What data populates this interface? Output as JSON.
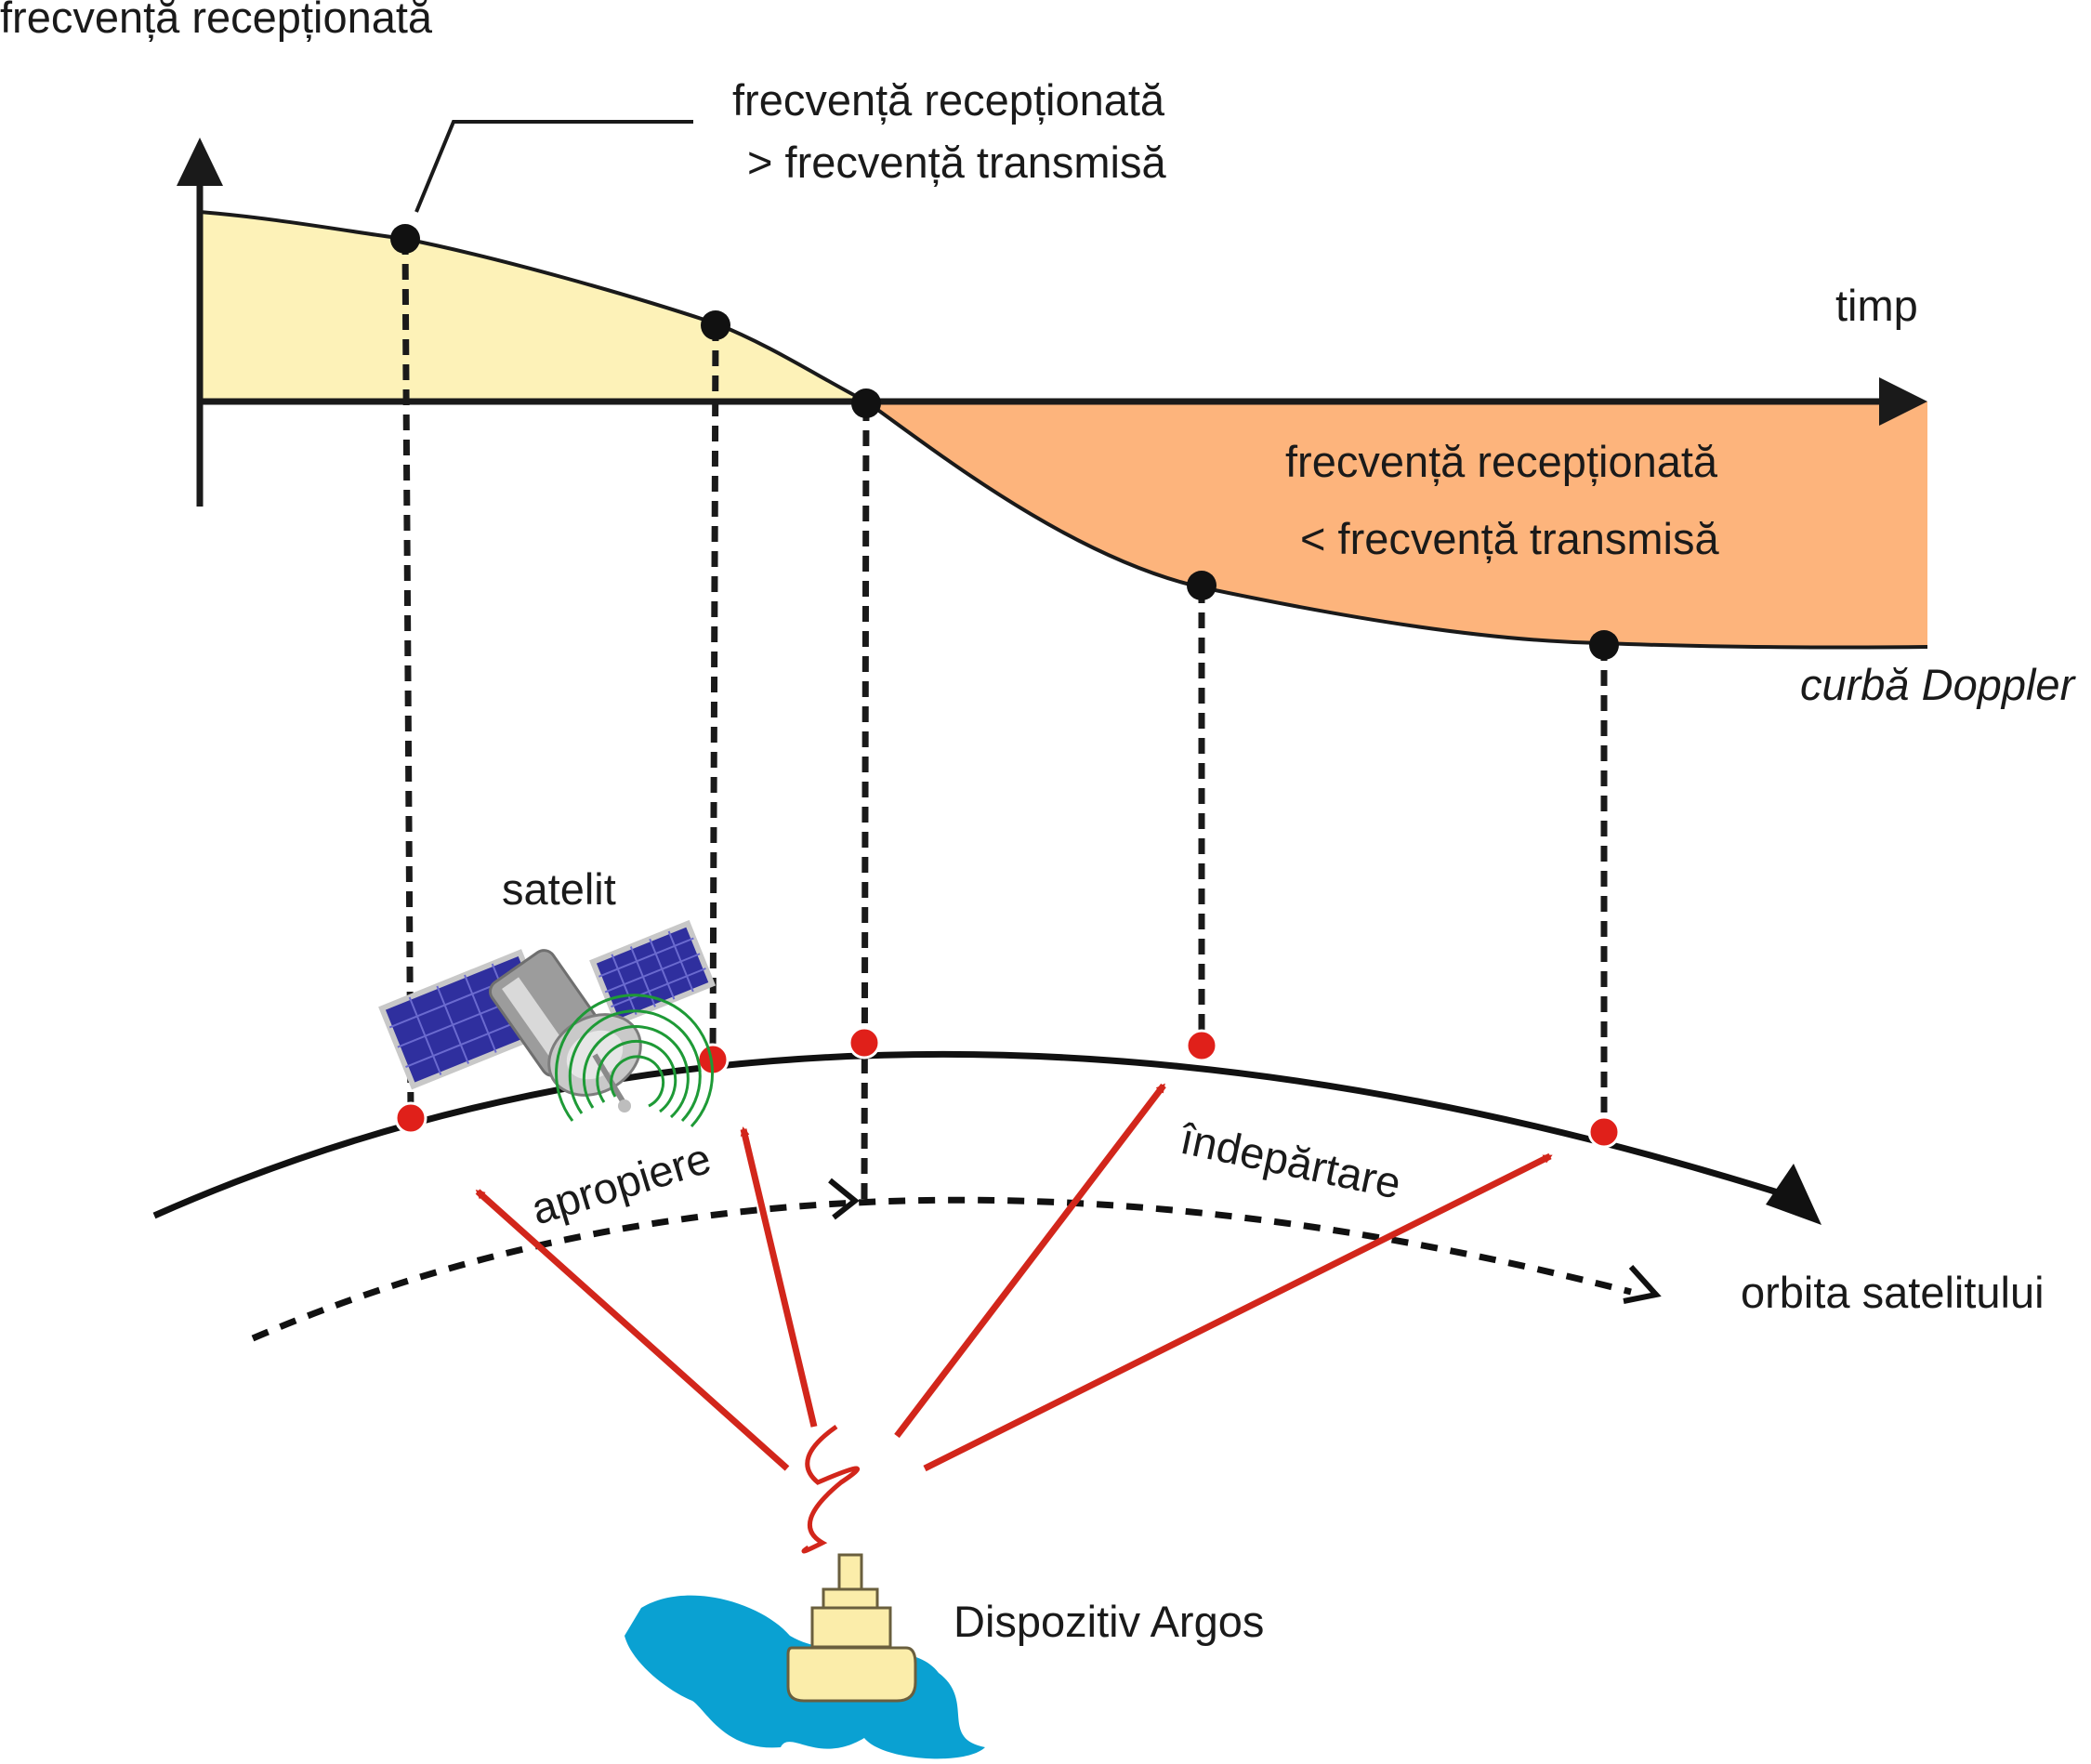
{
  "labels": {
    "y_axis": "frecvență recepționată",
    "time_axis": "timp",
    "above_line1": "frecvență recepționată",
    "above_line2": "> frecvență transmisă",
    "below_line1": "frecvență recepționată",
    "below_line2": "< frecvență transmisă",
    "doppler_curve": "curbă Doppler",
    "satellite": "satelit",
    "approach": "apropiere",
    "receding": "îndepărtare",
    "orbit": "orbita satelitului",
    "device": "Dispozitiv Argos"
  },
  "colors": {
    "above_fill": "#fdf2b8",
    "below_fill": "#fdb47c",
    "signal_arrow": "#d2261b",
    "orbit_point": "#e0201a",
    "water": "#0aa1d2",
    "device_body": "#fbedaa",
    "solar_panel": "#2f2f9e",
    "signal_waves": "#1e9a36"
  },
  "icons": [
    "satellite-icon",
    "argos-buoy-icon",
    "water-icon",
    "radio-waves-icon"
  ]
}
